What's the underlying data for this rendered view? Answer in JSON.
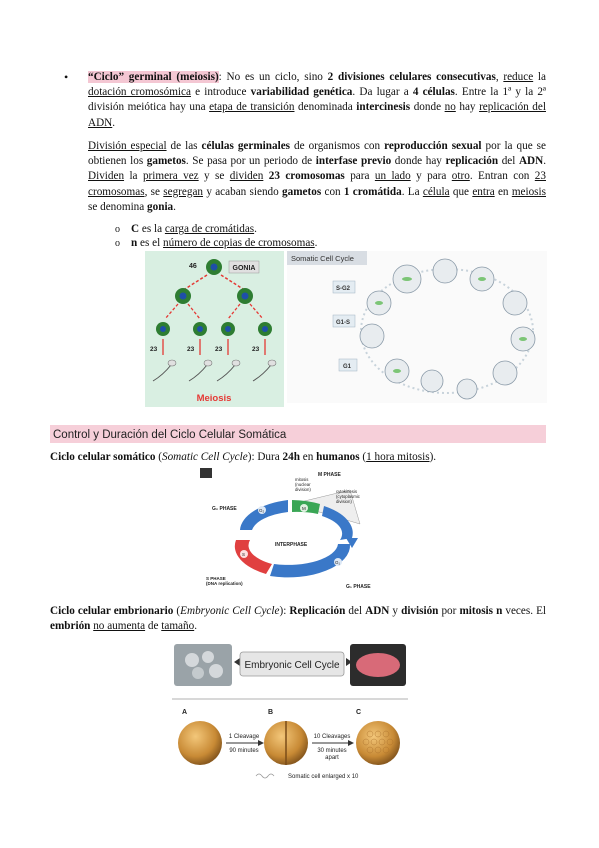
{
  "bullet1": {
    "title": "“Ciclo” germinal (meiosis)",
    "p1": [
      {
        "t": ": No es un ciclo, sino "
      },
      {
        "t": "2 divisiones celulares consecutivas",
        "b": true
      },
      {
        "t": ", "
      },
      {
        "t": "reduce",
        "u": true
      },
      {
        "t": " la "
      },
      {
        "t": "dotación cromosómica",
        "u": true
      },
      {
        "t": " e introduce "
      },
      {
        "t": "variabilidad genética",
        "b": true
      },
      {
        "t": ". Da lugar a "
      },
      {
        "t": "4 células",
        "b": true
      },
      {
        "t": ". Entre la 1ª y la 2ª división meiótica hay una "
      },
      {
        "t": "etapa de transición",
        "u": true
      },
      {
        "t": " denominada "
      },
      {
        "t": "intercinesis",
        "b": true
      },
      {
        "t": " donde "
      },
      {
        "t": "no",
        "u": true
      },
      {
        "t": " hay "
      },
      {
        "t": "replicación del ADN",
        "u": true
      },
      {
        "t": "."
      }
    ],
    "p2": [
      {
        "t": "División especial",
        "u": true
      },
      {
        "t": " de las "
      },
      {
        "t": "células germinales",
        "b": true
      },
      {
        "t": " de organismos con "
      },
      {
        "t": "reproducción sexual",
        "b": true
      },
      {
        "t": " por la que se obtienen los "
      },
      {
        "t": "gametos",
        "b": true
      },
      {
        "t": ". Se pasa por un periodo de "
      },
      {
        "t": "interfase previo",
        "b": true
      },
      {
        "t": " donde hay "
      },
      {
        "t": "replicación",
        "b": true
      },
      {
        "t": " del "
      },
      {
        "t": "ADN",
        "b": true
      },
      {
        "t": ". "
      },
      {
        "t": "Dividen",
        "u": true
      },
      {
        "t": " la "
      },
      {
        "t": "primera vez",
        "u": true
      },
      {
        "t": " y se "
      },
      {
        "t": "dividen",
        "u": true
      },
      {
        "t": " "
      },
      {
        "t": "23 cromosomas",
        "b": true
      },
      {
        "t": " para "
      },
      {
        "t": "un lado",
        "u": true
      },
      {
        "t": " y para "
      },
      {
        "t": "otro",
        "u": true
      },
      {
        "t": ". Entran con "
      },
      {
        "t": "23 cromosomas",
        "u": true
      },
      {
        "t": ", se "
      },
      {
        "t": "segregan",
        "u": true
      },
      {
        "t": " y acaban siendo "
      },
      {
        "t": "gametos",
        "b": true
      },
      {
        "t": " con "
      },
      {
        "t": "1 cromátida",
        "b": true
      },
      {
        "t": ". La "
      },
      {
        "t": "célula",
        "u": true
      },
      {
        "t": " que "
      },
      {
        "t": "entra",
        "u": true
      },
      {
        "t": " en "
      },
      {
        "t": "meiosis",
        "u": true
      },
      {
        "t": " se denomina "
      },
      {
        "t": "gonia",
        "b": true
      },
      {
        "t": "."
      }
    ],
    "sub1": [
      {
        "t": "C",
        "b": true
      },
      {
        "t": " es la "
      },
      {
        "t": "carga de cromátidas",
        "u": true
      },
      {
        "t": "."
      }
    ],
    "sub2": [
      {
        "t": "n",
        "b": true
      },
      {
        "t": " es el "
      },
      {
        "t": "número de copias de cromosomas",
        "u": true
      },
      {
        "t": "."
      }
    ]
  },
  "meiosis_fig": {
    "top_number": "46",
    "gonia_label": "GONIA",
    "gamete_number": "23",
    "title": "Meiosis"
  },
  "somatic_fig": {
    "title": "Somatic Cell Cycle",
    "labels": [
      "S-G2",
      "G1-S",
      "G1"
    ]
  },
  "section_header": "Control y Duración del Ciclo Celular Somática",
  "somatic_line": [
    {
      "t": "Ciclo celular somático",
      "b": true
    },
    {
      "t": " ("
    },
    {
      "t": "Somatic Cell Cycle",
      "i": true
    },
    {
      "t": "): Dura "
    },
    {
      "t": "24h",
      "b": true
    },
    {
      "t": " en "
    },
    {
      "t": "humanos",
      "b": true
    },
    {
      "t": " ("
    },
    {
      "t": "1 hora mitosis",
      "u": true
    },
    {
      "t": ")."
    }
  ],
  "cycle_fig": {
    "m_phase": "M PHASE",
    "mitosis": "mitosis\n(nuclear\ndivision)",
    "cytokinesis": "cytokinesis\n(cytoplasmic\ndivision)",
    "g2_phase": "G₂ PHASE",
    "g2": "G₂",
    "m": "M",
    "interphase": "INTERPHASE",
    "s": "S",
    "g1": "G₁",
    "g1_phase": "G₁ PHASE",
    "s_phase": "S PHASE\n(DNA replication)"
  },
  "embryo_line": [
    {
      "t": "Ciclo celular embrionario",
      "b": true
    },
    {
      "t": " ("
    },
    {
      "t": "Embryonic Cell Cycle",
      "i": true
    },
    {
      "t": "): "
    },
    {
      "t": "Replicación",
      "b": true
    },
    {
      "t": " del "
    },
    {
      "t": "ADN",
      "b": true
    },
    {
      "t": " y "
    },
    {
      "t": "división",
      "b": true
    },
    {
      "t": " por "
    },
    {
      "t": "mitosis n",
      "b": true
    },
    {
      "t": " veces. El "
    },
    {
      "t": "embrión",
      "b": true
    },
    {
      "t": " "
    },
    {
      "t": "no aumenta",
      "u": true
    },
    {
      "t": " de "
    },
    {
      "t": "tamaño",
      "u": true
    },
    {
      "t": "."
    }
  ],
  "embryo_fig": {
    "title": "Embryonic Cell Cycle",
    "a": "A",
    "b": "B",
    "c": "C",
    "arrow1": "1 Cleavage\n90 minutes",
    "arrow2": "10 Cleavages\n30 minutes\napart",
    "caption": "Somatic cell enlarged x 10"
  },
  "colors": {
    "highlight": "#f4c7d3",
    "section_bar": "#f6cfd9",
    "green_panel": "#d9efe2",
    "meiosis_red": "#e53935",
    "arrow_blue": "#3a78c8",
    "arrow_green": "#3aa655",
    "arrow_red": "#e04040"
  }
}
